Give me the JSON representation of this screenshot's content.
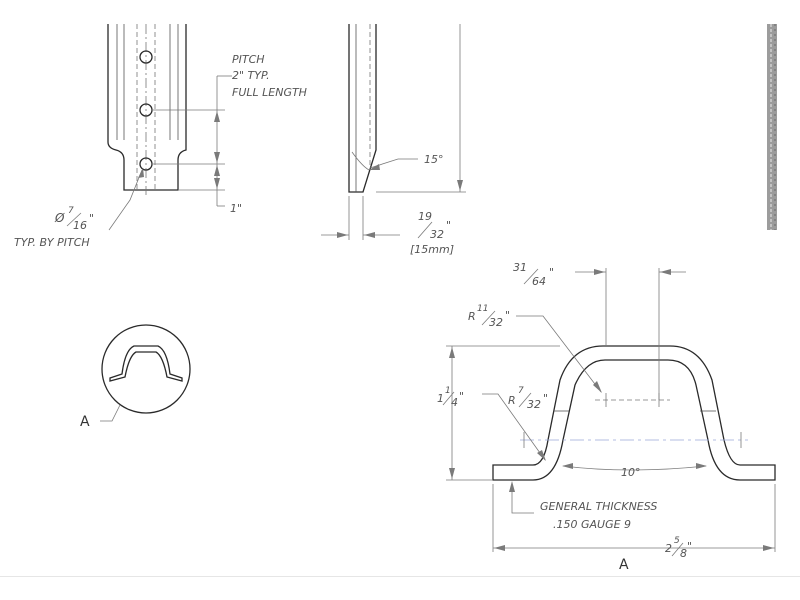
{
  "notes": {
    "pitch": "PITCH",
    "pitch_typ": "2\" TYP.",
    "full_length": "FULL LENGTH",
    "one_inch": "1\"",
    "hole_dia_sym": "Ø",
    "hole_dia_num": "7",
    "hole_dia_den": "16",
    "hole_dia_unit": "\"",
    "typ_by_pitch": "TYP. BY PITCH",
    "angle": "15°",
    "thk_num": "19",
    "thk_den": "32",
    "thk_unit": "\"",
    "thk_metric": "[15mm]",
    "top_width_num": "31",
    "top_width_den": "64",
    "top_width_unit": "\"",
    "r_outer_prefix": "R",
    "r_outer_num": "11",
    "r_outer_den": "32",
    "r_outer_unit": "\"",
    "r_inner_prefix": "R",
    "r_inner_num": "7",
    "r_inner_den": "32",
    "r_inner_unit": "\"",
    "height_whole": "1",
    "height_num": "1",
    "height_den": "4",
    "height_unit": "\"",
    "side_angle": "10°",
    "general_thickness": "GENERAL THICKNESS",
    "gauge": ".150 GAUGE 9",
    "width_whole": "2",
    "width_num": "5",
    "width_den": "8",
    "width_unit": "\"",
    "section_callout": "A",
    "section_label": "A"
  }
}
